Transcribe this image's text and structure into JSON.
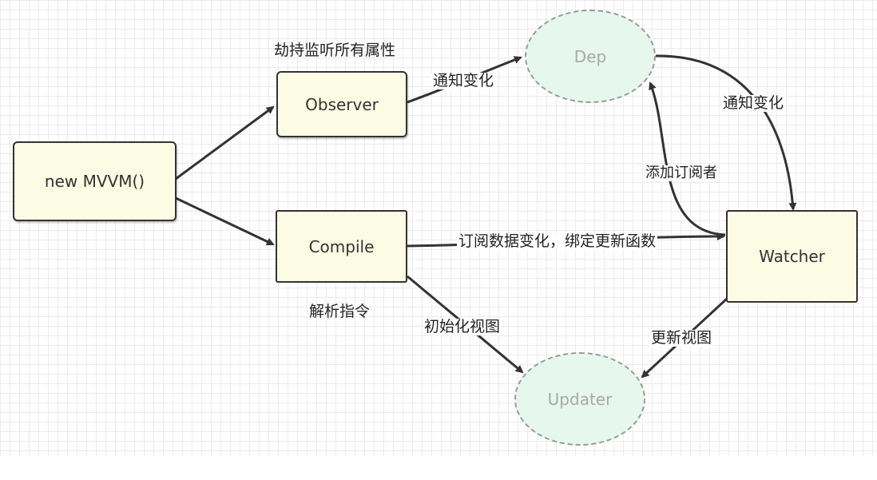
{
  "nodes": {
    "mvvm": "new MVVM()",
    "observer": "Observer",
    "compile": "Compile",
    "dep": "Dep",
    "watcher": "Watcher",
    "updater": "Updater"
  },
  "labels": {
    "observer_caption": "劫持监听所有属性",
    "compile_caption": "解析指令",
    "observer_to_dep": "通知变化",
    "dep_to_watcher": "通知变化",
    "watcher_to_dep": "添加订阅者",
    "compile_to_watcher": "订阅数据变化，绑定更新函数",
    "compile_to_updater": "初始化视图",
    "watcher_to_updater": "更新视图"
  },
  "colors": {
    "box_fill": "#fcfce4",
    "box_border": "#333333",
    "dashed_fill": "#e6f8ee",
    "dashed_border": "#9a9a9a",
    "arrow": "#333333"
  }
}
